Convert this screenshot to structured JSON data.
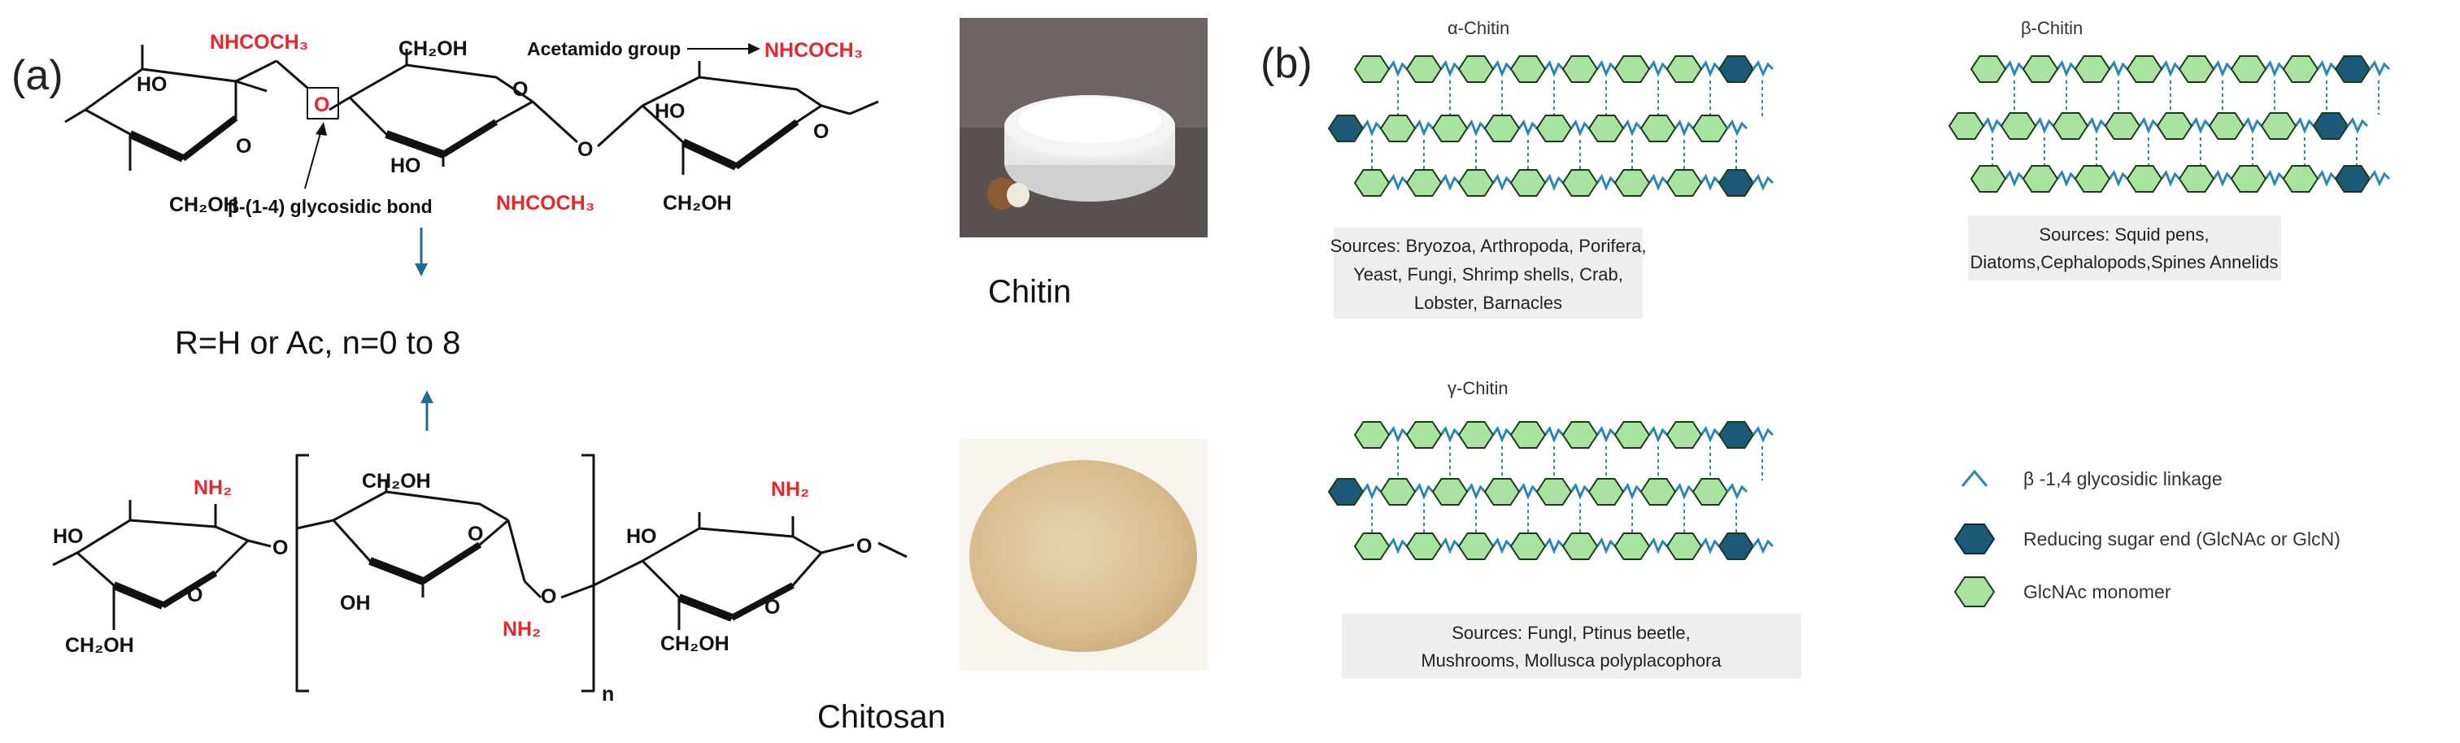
{
  "panels": {
    "a": "(a)",
    "b": "(b)"
  },
  "chitin_structure": {
    "nhcoch3_1": "NHCOCH₃",
    "nhcoch3_2": "NHCOCH₃",
    "nhcoch3_3": "NHCOCH₃",
    "oxygen": "O",
    "ho_left": "HO",
    "ho_mid": "HO",
    "ho_right": "HO",
    "ch2oh_left": "CH₂OH",
    "ch2oh_top": "CH₂OH",
    "ch2oh_right": "CH₂OH",
    "link_o": "O",
    "bond_label": "β-(1-4) glycosidic bond",
    "acetamido_label": "Acetamido group",
    "name": "Chitin"
  },
  "formula_note": "R=H or Ac, n=0 to 8",
  "chitosan_structure": {
    "nh2_1": "NH₂",
    "nh2_2": "NH₂",
    "nh2_3": "NH₂",
    "ho_left": "HO",
    "oh_mid": "OH",
    "ho_right": "HO",
    "ch2oh_left": "CH₂OH",
    "ch2oh_top": "CH₂OH",
    "ch2oh_right": "CH₂OH",
    "o_link1": "O",
    "o_link2": "O",
    "subscript_n": "n",
    "name": "Chitosan"
  },
  "chain_types": {
    "alpha": {
      "title": "α-Chitin",
      "sources": [
        "Sources: Bryozoa, Arthropoda, Porifera,",
        "Yeast, Fungi, Shrimp shells, Crab,",
        "Lobster, Barnacles"
      ]
    },
    "beta": {
      "title": "β-Chitin",
      "sources": [
        "Sources: Squid pens,",
        "Diatoms,Cephalopods,Spines Annelids"
      ]
    },
    "gamma": {
      "title": "γ-Chitin",
      "sources": [
        "Sources: Fungl, Ptinus beetle,",
        "Mushrooms, Mollusca polyplacophora"
      ]
    }
  },
  "legend": {
    "linkage": "β -1,4 glycosidic linkage",
    "reducing": "Reducing sugar end (GlcNAc or GlcN)",
    "monomer": "GlcNAc monomer"
  },
  "colors": {
    "monomer_fill": "#a8e4a0",
    "reducing_fill": "#1c5a78",
    "linkage": "#2a86b8",
    "arrow": "#1f6d8e",
    "red_text": "#e8262b",
    "source_box": "#efefef"
  },
  "icons": {
    "chitin_powder_photo": "white-powder-bowl",
    "chitosan_powder_photo": "tan-powder-pile"
  }
}
